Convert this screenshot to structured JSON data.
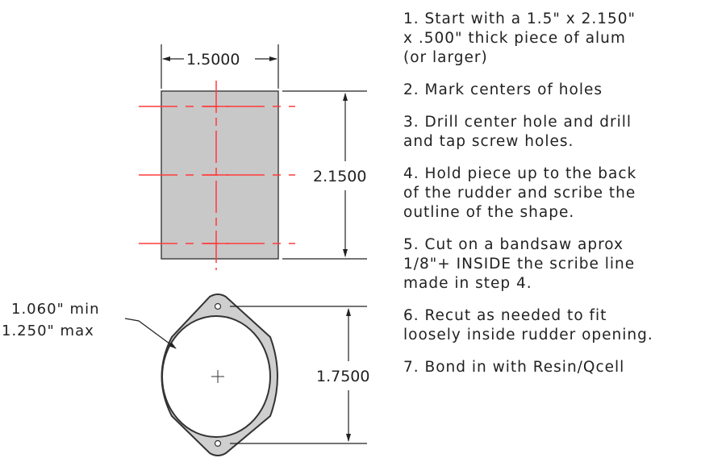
{
  "drawing": {
    "top_width_label": "1.5000",
    "top_height_label": "2.1500",
    "bottom_height_label": "1.7500",
    "wall_note_line1": "1.060\" min",
    "wall_note_line2": "1.250\" max",
    "colors": {
      "blank_fill": "#c8c8c8",
      "centerline": "#ff3b3b",
      "ring_fill": "#cfcfcf",
      "outline": "#333333",
      "dimension": "#222222"
    }
  },
  "steps": [
    {
      "text": "1.  Start with a 1.5\" x 2.150\"\nx .500\" thick piece of alum\n(or larger)"
    },
    {
      "text": "2.  Mark centers of holes"
    },
    {
      "text": "3. Drill center hole and drill\nand tap screw holes."
    },
    {
      "text": "4. Hold piece up to the back\nof the rudder and scribe the\noutline of the shape."
    },
    {
      "text": "5. Cut on a bandsaw aprox\n1/8\"+ INSIDE the scribe line\nmade in step 4."
    },
    {
      "text": "6. Recut as needed to fit\nloosely inside rudder opening."
    },
    {
      "text": "7. Bond in with Resin/Qcell"
    }
  ]
}
